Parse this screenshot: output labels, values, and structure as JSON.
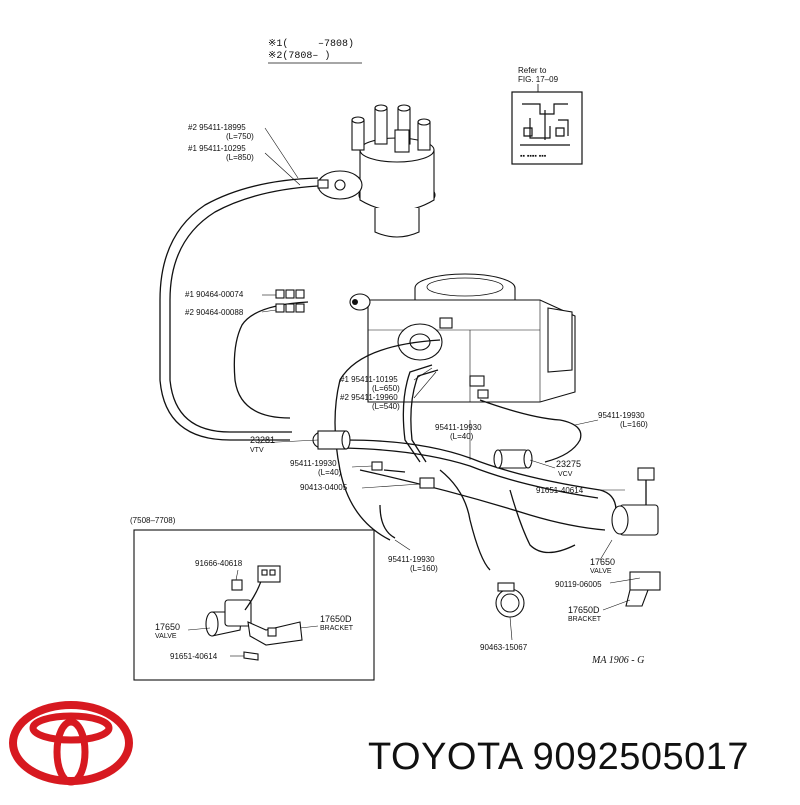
{
  "header": {
    "line1_left": "※1(",
    "line1_right": "–7808)",
    "line2": "※2(7808–     )"
  },
  "refer_box": {
    "line1": "Refer to",
    "line2": "FIG. 17–09"
  },
  "labels": {
    "p_954_18995": "#2 95411-18995",
    "p_954_18995_len": "(L=750)",
    "p_954_10295": "#1 95411-10295",
    "p_954_10295_len": "(L=850)",
    "p_90464_00074": "#1 90464-00074",
    "p_90464_00088": "#2 90464-00088",
    "p_954_10195": "#1 95411-10195",
    "p_954_10195_len": "(L=650)",
    "p_954_19960": "#2 95411-19960",
    "p_954_19960_len": "(L=540)",
    "p_954_19930_a": "95411-19930",
    "p_954_19930_a_len": "(L=40)",
    "p_954_19930_r": "95411-19930",
    "p_954_19930_r_len": "(L=160)",
    "p_23281": "23281",
    "p_23281_sub": "VTV",
    "p_954_19930_b": "95411-19930",
    "p_954_19930_b_len": "(L=40)",
    "p_90413": "90413-04005",
    "p_23275": "23275",
    "p_23275_sub": "VCV",
    "p_91651_40614_r": "91651-40614",
    "p_954_19930_c": "95411-19930",
    "p_954_19930_c_len": "(L=160)",
    "p_17650_r": "17650",
    "p_17650_r_sub": "VALVE",
    "p_90119": "90119-06005",
    "p_17650d_r": "17650D",
    "p_17650d_r_sub": "BRACKET",
    "p_90463": "90463-15067",
    "ref_code": "MA 1906 - G"
  },
  "inset": {
    "title": "(7508–7708)",
    "p_91666": "91666-40618",
    "p_17650": "17650",
    "p_17650_sub": "VALVE",
    "p_17650d": "17650D",
    "p_17650d_sub": "BRACKET",
    "p_91651": "91651-40614"
  },
  "brand": {
    "text": "TOYOTA 9092505017",
    "logo_color": "#d71920"
  }
}
